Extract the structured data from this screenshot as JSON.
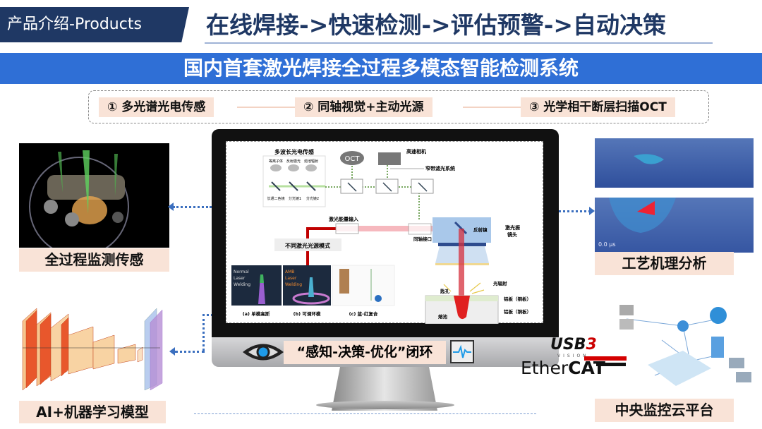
{
  "header": {
    "tag": "产品介绍-Products",
    "title": "在线焊接->快速检测->评估预警->自动决策",
    "banner": "国内首套激光焊接全过程多模态智能检测系统"
  },
  "features": [
    "① 多光谱光电传感",
    "② 同轴视觉+主动光源",
    "③ 光学相干断层扫描OCT"
  ],
  "left": {
    "top_label": "全过程监测传感",
    "bottom_label": "AI+机器学习模型"
  },
  "right": {
    "top_label": "工艺机理分析",
    "bottom_label": "中央监控云平台",
    "time_text": "0.0 μs"
  },
  "monitor": {
    "closed_loop": "“感知-决策-优化”闭环",
    "icons": [
      "eye-icon",
      "waveform-icon"
    ]
  },
  "logos": {
    "usb3": "USB",
    "usb3_sub": "VISION",
    "ethercat_a": "Ether",
    "ethercat_b": "CAT"
  },
  "diagram": {
    "multi_wave": "多波长光电传感",
    "sensors": [
      "等离子体",
      "反射激光",
      "熔池辐射"
    ],
    "mirrors": [
      "长通二色镜",
      "分光镜1",
      "分光镜2"
    ],
    "oct": "OCT",
    "camera": "高速相机",
    "filter": "窄带滤光系统",
    "laser_input": "激光能量输入",
    "coax": "同轴接口",
    "reflector": "反射镜",
    "galvo": [
      "激光振",
      "镜头"
    ],
    "modes": "不同激光光源模式",
    "panels": [
      {
        "lines": [
          "Normal",
          "Laser",
          "Welding"
        ],
        "caption": "(a) 单模高斯"
      },
      {
        "lines": [
          "AMB",
          "Laser",
          "Welding"
        ],
        "caption": "(b) 可调环模"
      },
      {
        "lines": [],
        "caption": "(c) 蓝-红复合"
      }
    ],
    "radiation": "光辐射",
    "keyhole": "匙孔",
    "pool": "熔池",
    "plates": [
      "铝板（铜板）",
      "铝板（铜板）"
    ]
  },
  "colors": {
    "navy": "#1f3864",
    "banner": "#2f6fd6",
    "peach": "#f9e3d7",
    "laser_red": "#c00000",
    "signal_green": "#4a8a2a"
  }
}
